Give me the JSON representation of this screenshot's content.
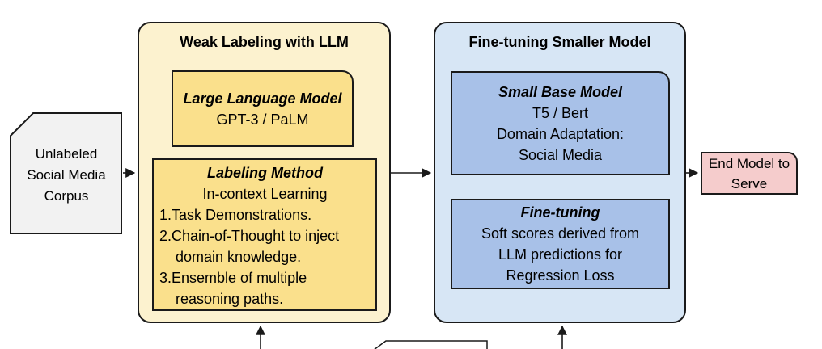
{
  "diagram": {
    "corpus": {
      "label": "Unlabeled Social Media Corpus"
    },
    "weak_labeling": {
      "title": "Weak Labeling with LLM",
      "llm_card": {
        "title": "Large Language Model",
        "subtitle": "GPT-3 / PaLM"
      },
      "labeling_method": {
        "title": "Labeling Method",
        "subtitle": "In-context Learning",
        "list_lines": [
          "1.Task Demonstrations.",
          "2.Chain-of-Thought to inject",
          "domain knowledge.",
          "3.Ensemble of multiple",
          "reasoning paths."
        ]
      }
    },
    "fine_tuning": {
      "title": "Fine-tuning Smaller Model",
      "base_model_card": {
        "title": "Small Base Model",
        "lines": [
          "T5 / Bert",
          "Domain Adaptation:",
          "Social Media"
        ]
      },
      "fine_tuning_card": {
        "title": "Fine-tuning",
        "lines": [
          "Soft scores derived from",
          "LLM predictions for",
          "Regression Loss"
        ]
      }
    },
    "end_model": {
      "label": "End Model to Serve"
    },
    "colors": {
      "yellow_container": "#FCF2CF",
      "yellow_card": "#FAE08C",
      "blue_container": "#D7E6F5",
      "blue_card": "#A8C1E8",
      "pink_card": "#F5CCCC",
      "gray_document": "#F2F2F2",
      "border": "#1A1A1A"
    }
  }
}
